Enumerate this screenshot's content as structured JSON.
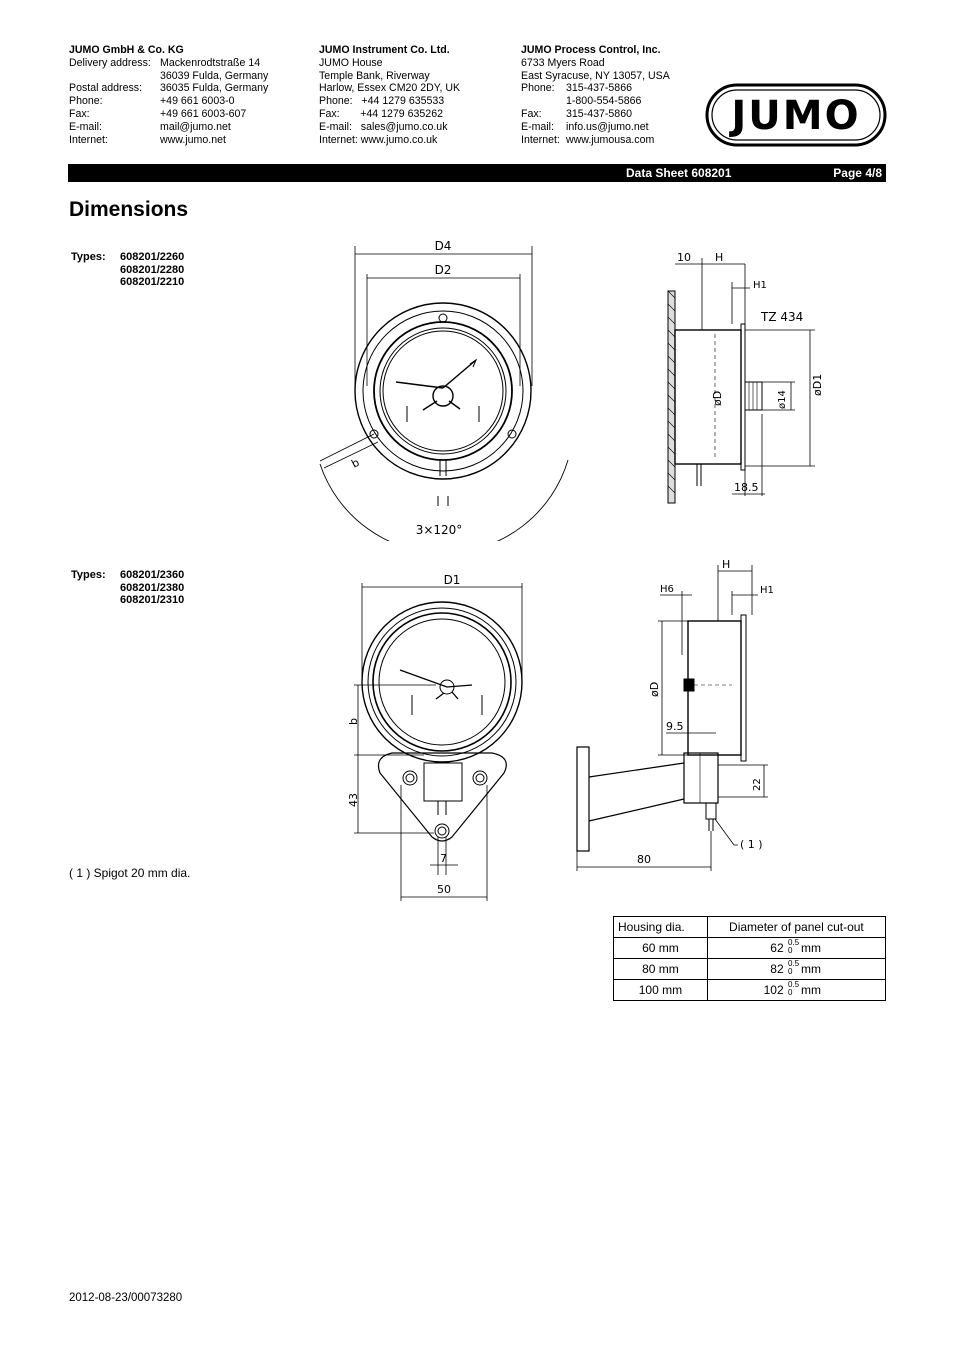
{
  "header": {
    "col1": {
      "name": "JUMO GmbH & Co. KG",
      "rows": [
        {
          "k": "Delivery address:",
          "v": "Mackenrodtstraße 14"
        },
        {
          "k": "",
          "v": "36039 Fulda, Germany"
        },
        {
          "k": "Postal address:",
          "v": "36035 Fulda, Germany"
        },
        {
          "k": "Phone:",
          "v": "+49 661 6003-0"
        },
        {
          "k": "Fax:",
          "v": "+49 661 6003-607"
        },
        {
          "k": "E-mail:",
          "v": "mail@jumo.net"
        },
        {
          "k": "Internet:",
          "v": "www.jumo.net"
        }
      ]
    },
    "col2": {
      "name": "JUMO Instrument Co. Ltd.",
      "lines": [
        "JUMO House",
        "Temple Bank, Riverway",
        "Harlow, Essex CM20 2DY, UK",
        "Phone:   +44 1279 635533",
        "Fax:       +44 1279 635262",
        "E-mail:   sales@jumo.co.uk",
        "Internet: www.jumo.co.uk"
      ]
    },
    "col3": {
      "name": "JUMO Process Control, Inc.",
      "lines": [
        "6733 Myers Road",
        "East Syracuse, NY 13057, USA"
      ],
      "rows": [
        {
          "k": "Phone:",
          "v": "315-437-5866"
        },
        {
          "k": "",
          "v": "1-800-554-5866"
        },
        {
          "k": "Fax:",
          "v": "315-437-5860"
        },
        {
          "k": "E-mail:",
          "v": "info.us@jumo.net"
        },
        {
          "k": "Internet:",
          "v": "www.jumousa.com"
        }
      ]
    },
    "logo_text": "JUMO"
  },
  "bar": {
    "datasheet": "Data Sheet 608201",
    "page": "Page 4/8"
  },
  "title": "Dimensions",
  "types1": {
    "label": "Types:",
    "items": [
      "608201/2260",
      "608201/2280",
      "608201/2210"
    ]
  },
  "types2": {
    "label": "Types:",
    "items": [
      "608201/2360",
      "608201/2380",
      "608201/2310"
    ]
  },
  "drawing1": {
    "front": {
      "d4": "D4",
      "d2": "D2",
      "b": "b",
      "angle": "3×120°"
    },
    "side": {
      "ten": "10",
      "h": "H",
      "h1": "H1",
      "tz": "TZ 434",
      "od": "øD",
      "o14": "ø14",
      "od1": "øD1",
      "d185": "18.5"
    }
  },
  "drawing2": {
    "front": {
      "d1": "D1",
      "b": "b",
      "d43": "43",
      "d7": "7",
      "d50": "50"
    },
    "side": {
      "h": "H",
      "h6": "H6",
      "h1": "H1",
      "od": "øD",
      "d95": "9.5",
      "d22": "22",
      "d80": "80",
      "ref1": "( 1 )"
    }
  },
  "note": "( 1 ) Spigot 20 mm dia.",
  "table": {
    "headers": [
      "Housing dia.",
      "Diameter of panel cut-out"
    ],
    "rows": [
      {
        "housing": "60 mm",
        "cutout": "62",
        "tol_upper": "0.5",
        "tol_lower": "0",
        "unit": "mm"
      },
      {
        "housing": "80 mm",
        "cutout": "82",
        "tol_upper": "0.5",
        "tol_lower": "0",
        "unit": "mm"
      },
      {
        "housing": "100 mm",
        "cutout": "102",
        "tol_upper": "0.5",
        "tol_lower": "0",
        "unit": "mm"
      }
    ]
  },
  "footer": "2012-08-23/00073280"
}
